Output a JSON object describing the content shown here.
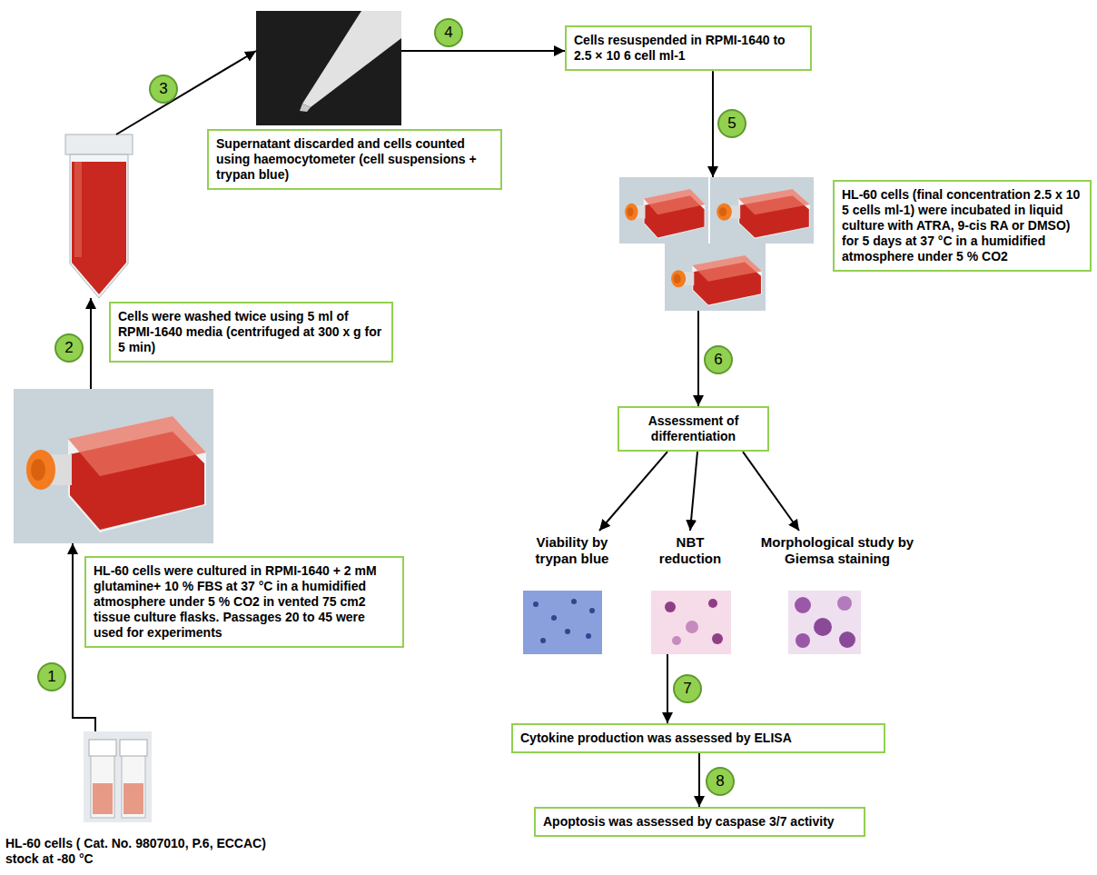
{
  "diagram": {
    "nodes": [
      {
        "text": [
          "HL-60 cells ( Cat. No. 9807010, P.6, ECCAC) stock at -80 °C"
        ]
      },
      {
        "text": [
          "HL-60 cells were cultured in RPMI-1640 + 2 mM glutamine+ 10 % FBS at 37 °C in a humidified atmosphere under 5 % CO2 in vented 75 cm2 tissue culture flasks. Passages 20 to 45 were used for experiments"
        ]
      },
      {
        "text": [
          "Cells were washed twice using 5 ml of RPMI-1640 media (centrifuged at 300 x g for 5 min)"
        ]
      },
      {
        "text": [
          "Supernatant discarded and cells counted using haemocytometer (cell suspensions + trypan blue)"
        ]
      },
      {
        "text": [
          "Cells resuspended in RPMI-1640 to 2.5 × 10 6 cell ml-1"
        ]
      },
      {
        "text": [
          "HL-60 cells (final concentration 2.5 x 10 5 cells ml-1) were incubated in liquid culture with ATRA, 9-cis RA or DMSO) for 5 days at 37 °C in a humidified atmosphere under 5 % CO2"
        ]
      },
      {
        "text": [
          "Assessment of differentiation"
        ]
      },
      {
        "text": [
          "Viability by trypan blue"
        ]
      },
      {
        "text": [
          "NBT reduction"
        ]
      },
      {
        "text": [
          "Morphological study by Giemsa staining"
        ]
      },
      {
        "text": [
          "Cytokine production was assessed by ELISA"
        ]
      },
      {
        "text": [
          "Apoptosis was assessed by caspase 3/7 activity"
        ]
      }
    ],
    "edges": [
      {
        "from": 0,
        "to": 1,
        "arrow": "to",
        "label": "1"
      },
      {
        "from": 1,
        "to": 2,
        "arrow": "to",
        "label": "2"
      },
      {
        "from": 2,
        "to": 3,
        "arrow": "to",
        "label": "3"
      },
      {
        "from": 3,
        "to": 4,
        "arrow": "to",
        "label": "4"
      },
      {
        "from": 4,
        "to": 5,
        "arrow": "to",
        "label": "5"
      },
      {
        "from": 5,
        "to": 6,
        "arrow": "to",
        "label": "6"
      },
      {
        "from": 6,
        "to": 7,
        "arrow": "to"
      },
      {
        "from": 6,
        "to": 8,
        "arrow": "to"
      },
      {
        "from": 6,
        "to": 9,
        "arrow": "to"
      },
      {
        "from": 8,
        "to": 10,
        "arrow": "to",
        "label": "7"
      },
      {
        "from": 10,
        "to": 11,
        "arrow": "to",
        "label": "8"
      }
    ]
  }
}
